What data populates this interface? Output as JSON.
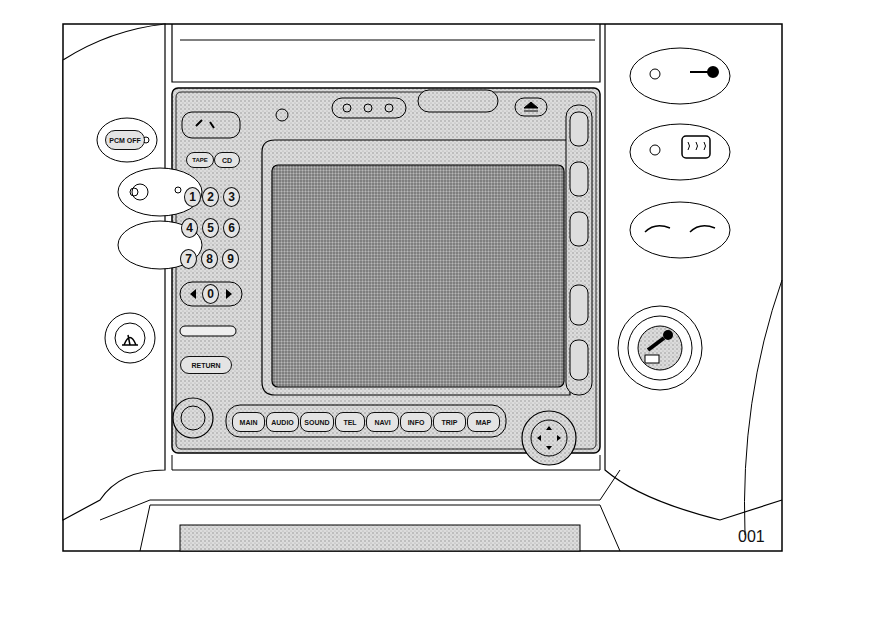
{
  "diagram": {
    "nodes": [
      {
        "text": [
          "PCM OFF"
        ]
      },
      {
        "text": [
          "TAPE"
        ]
      },
      {
        "text": [
          "CD"
        ]
      },
      {
        "text": [
          "1"
        ]
      },
      {
        "text": [
          "2"
        ]
      },
      {
        "text": [
          "3"
        ]
      },
      {
        "text": [
          "4"
        ]
      },
      {
        "text": [
          "5"
        ]
      },
      {
        "text": [
          "6"
        ]
      },
      {
        "text": [
          "7"
        ]
      },
      {
        "text": [
          "8"
        ]
      },
      {
        "text": [
          "9"
        ]
      },
      {
        "text": [
          "0"
        ]
      },
      {
        "text": [
          "RETURN"
        ]
      },
      {
        "text": [
          "MAIN"
        ]
      },
      {
        "text": [
          "AUDIO"
        ]
      },
      {
        "text": [
          "SOUND"
        ]
      },
      {
        "text": [
          "TEL"
        ]
      },
      {
        "text": [
          "NAVI"
        ]
      },
      {
        "text": [
          "INFO"
        ]
      },
      {
        "text": [
          "TRIP"
        ]
      },
      {
        "text": [
          "MAP"
        ]
      }
    ],
    "labels": [
      "001"
    ]
  }
}
